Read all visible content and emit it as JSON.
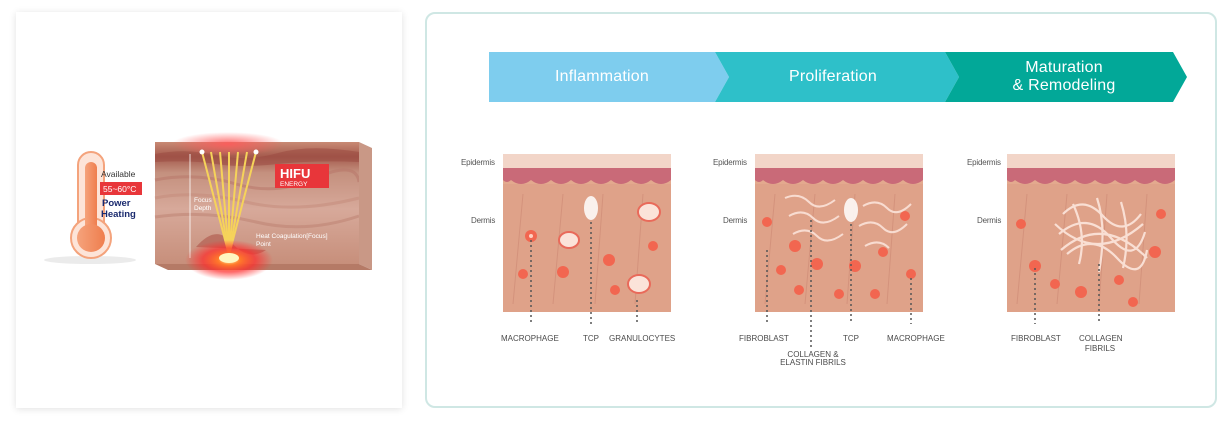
{
  "hifu": {
    "thermometer_label_available": "Available",
    "temperature": "55~60°C",
    "power_label": "Power",
    "heating_label": "Heating",
    "energy_label_1": "HIFU",
    "energy_label_2": "ENERGY",
    "focus_label_1": "Focus",
    "focus_label_2": "Depth",
    "coag_label_1": "Heat Coagulation[Focus]",
    "coag_label_2": "Point"
  },
  "stages": [
    {
      "label_1": "Inflammation",
      "label_2": "",
      "color": "#7ecdee"
    },
    {
      "label_1": "Proliferation",
      "label_2": "",
      "color": "#2ec0c9"
    },
    {
      "label_1": "Maturation",
      "label_2": "& Remodeling",
      "color": "#02a898"
    }
  ],
  "skin_layers": {
    "epidermis": "Epidermis",
    "dermis": "Dermis"
  },
  "panels": [
    {
      "labels": [
        {
          "line1": "MACROPHAGE",
          "line2": ""
        },
        {
          "line1": "TCP",
          "line2": ""
        },
        {
          "line1": "GRANULOCYTES",
          "line2": ""
        }
      ]
    },
    {
      "labels": [
        {
          "line1": "FIBROBLAST",
          "line2": ""
        },
        {
          "line1": "COLLAGEN &",
          "line2": "ELASTIN FIBRILS"
        },
        {
          "line1": "TCP",
          "line2": ""
        },
        {
          "line1": "MACROPHAGE",
          "line2": ""
        }
      ]
    },
    {
      "labels": [
        {
          "line1": "FIBROBLAST",
          "line2": ""
        },
        {
          "line1": "COLLAGEN",
          "line2": "FIBRILS"
        }
      ]
    }
  ],
  "colors": {
    "skin_top": "#f2d5c8",
    "skin_epidermis": "#c96a78",
    "skin_dermis": "#e3a98e",
    "cell": "#f26650",
    "accent_red": "#e8363a",
    "thermo": "#f08c5a"
  }
}
